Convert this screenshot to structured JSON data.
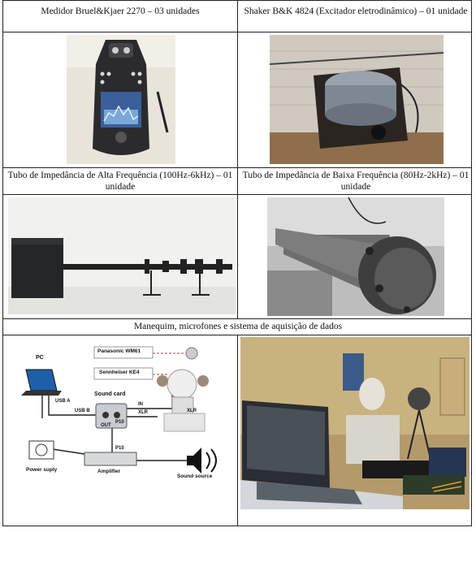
{
  "cells": {
    "meter": {
      "caption": "Medidor Bruel&Kjaer 2270 – 03 unidades"
    },
    "shaker": {
      "caption": "Shaker B&K 4824 (Excitador eletrodinâmico) – 01 unidade"
    },
    "tube_high": {
      "caption": "Tubo de Impedância de Alta Frequência (100Hz-6kHz) – 01 unidade"
    },
    "tube_low": {
      "caption": "Tubo de Impedância de Baixa Frequência (80Hz-2kHz) – 01 unidade"
    },
    "mannequin": {
      "caption": "Manequim, microfones e sistema de aquisição de dados"
    }
  },
  "diagram": {
    "pc": "PC",
    "usb_a": "USB A",
    "usb_b": "USB B",
    "sound_card": "Sound card",
    "in": "IN",
    "xlr_1": "XLR",
    "xlr_2": "XLR",
    "out": "OUT",
    "p10_1": "P10",
    "p10_2": "P10",
    "panasonic": "Panasonic WM61",
    "sennheiser": "Sennheiser KE4",
    "power_supply": "Power suply",
    "amplifier": "Amplifier",
    "sound_source": "Sound source"
  },
  "colors": {
    "border": "#222222",
    "label_box_border": "#c0392b",
    "laptop_screen": "#1d5fa8"
  }
}
